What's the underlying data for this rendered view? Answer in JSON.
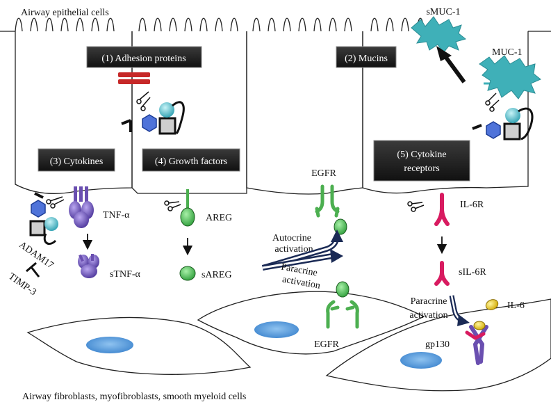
{
  "labels": {
    "epithelial": "Airway epithelial cells",
    "fibroblasts": "Airway fibroblasts, myofibroblasts, smooth myeloid cells",
    "box1": "(1) Adhesion proteins",
    "box2": "(2) Mucins",
    "box3": "(3) Cytokines",
    "box4": "(4) Growth factors",
    "box5_line1": "(5) Cytokine",
    "box5_line2": "receptors",
    "smuc1": "sMUC-1",
    "muc1": "MUC-1",
    "tnfa": "TNF-α",
    "stnfa": "sTNF-α",
    "areg": "AREG",
    "sareg": "sAREG",
    "egfr_top": "EGFR",
    "egfr_bottom": "EGFR",
    "autocrine_line1": "Autocrine",
    "autocrine_line2": "activation",
    "paracrine_line1": "Paracrine",
    "paracrine_line2": "activation",
    "il6r": "IL-6R",
    "sil6r": "sIL-6R",
    "paracrine2_line1": "Paracrine",
    "paracrine2_line2": "activation",
    "il6": "IL-6",
    "gp130": "gp130",
    "adam17": "ADAM17",
    "timp3": "TIMP-3"
  },
  "colors": {
    "box_fill": "#1e1e1e",
    "nucleus": "#5b9bd5",
    "mucin": "#3fb0b8",
    "adhesion": "#c62828",
    "tnf": "#6a4fb0",
    "areg": "#4caf50",
    "egfr": "#4caf50",
    "il6r": "#d81b60",
    "il6": "#f2d21b",
    "adam_hex": "#4f73d9",
    "adam_ball": "#38b2c4"
  }
}
